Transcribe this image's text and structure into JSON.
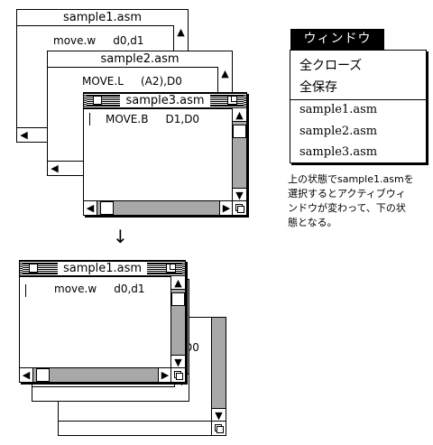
{
  "top_scene": {
    "win1": {
      "title": "sample1.asm",
      "line": "move.w     d0,d1"
    },
    "win2": {
      "title": "sample2.asm",
      "line": "MOVE.L     (A2),D0"
    },
    "win3": {
      "title": "sample3.asm",
      "line": "MOVE.B     D1,D0"
    }
  },
  "bottom_scene": {
    "win1": {
      "title": "sample1.asm",
      "line": "move.w     d0,d1"
    },
    "hidden_fragment": "D0"
  },
  "menu": {
    "title": "ウィンドウ",
    "items": [
      "全クローズ",
      "全保存"
    ],
    "windows": [
      "sample1.asm",
      "sample2.asm",
      "sample3.asm"
    ]
  },
  "caption": [
    "上の状態でsample1.asmを",
    "選択するとアクティブウィ",
    "ンドウが変わって、下の状",
    "態となる。"
  ],
  "icons": {
    "up": "▲",
    "down": "▼",
    "left": "◀",
    "right": "▶",
    "flow_arrow": "↓"
  }
}
